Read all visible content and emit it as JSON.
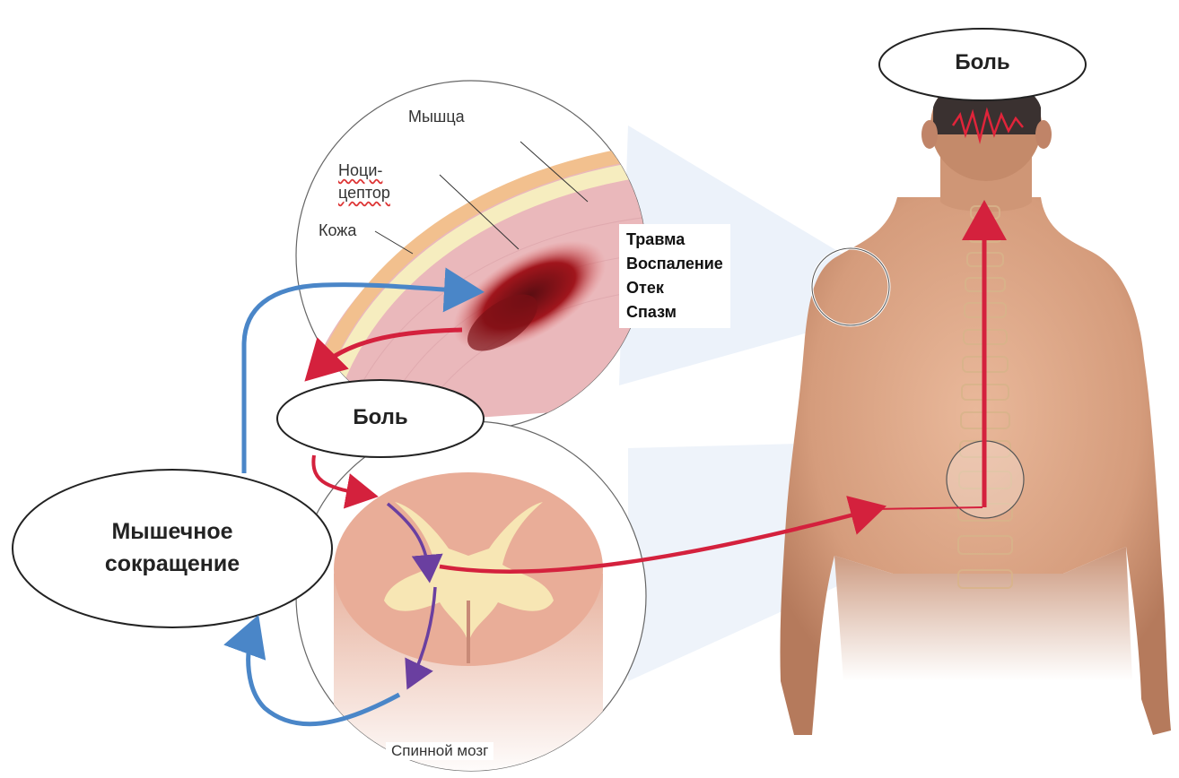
{
  "labels": {
    "muscle": "Мышца",
    "nociceptor_line1": "Ноци-",
    "nociceptor_line2": "цептор",
    "skin": "Кожа",
    "spinal_cord": "Спинной мозг"
  },
  "conditions": [
    "Травма",
    "Воспаление",
    "Отек",
    "Спазм"
  ],
  "ellipses": {
    "pain_head": "Боль",
    "pain_middle": "Боль",
    "muscle_contraction_line1": "Мышечное",
    "muscle_contraction_line2": "сокращение"
  },
  "icons": {
    "tissue": "tissue-crosssection-icon",
    "cord": "spinal-cord-crosssection-icon",
    "torso": "human-back-icon"
  },
  "colors": {
    "pain_arrow": "#d4213d",
    "motor_arrow": "#4a86c8",
    "interneuron_arrow": "#6a3fa0",
    "skin": "#f2c08e",
    "muscle": "#e9b5b8",
    "gray_matter": "#f7e6b4"
  }
}
